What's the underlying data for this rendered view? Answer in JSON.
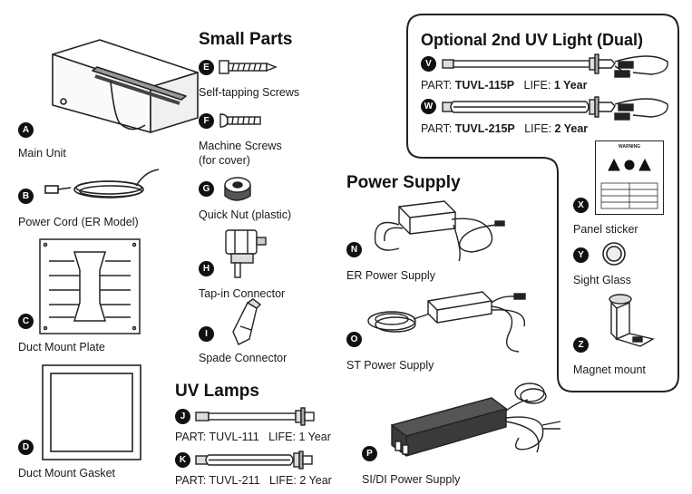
{
  "headings": {
    "small_parts": "Small Parts",
    "uv_lamps": "UV Lamps",
    "power_supply": "Power Supply",
    "optional": "Optional 2nd UV Light (Dual)"
  },
  "items": {
    "A": {
      "badge": "A",
      "label": "Main Unit"
    },
    "B": {
      "badge": "B",
      "label": "Power Cord (ER Model)"
    },
    "C": {
      "badge": "C",
      "label": "Duct Mount Plate"
    },
    "D": {
      "badge": "D",
      "label": "Duct Mount Gasket"
    },
    "E": {
      "badge": "E",
      "label": "Self-tapping Screws"
    },
    "F": {
      "badge": "F",
      "label_line1": "Machine Screws",
      "label_line2": "(for cover)"
    },
    "G": {
      "badge": "G",
      "label": "Quick Nut (plastic)"
    },
    "H": {
      "badge": "H",
      "label": "Tap-in Connector"
    },
    "I": {
      "badge": "I",
      "label": "Spade Connector"
    },
    "J": {
      "badge": "J",
      "part_prefix": "PART:",
      "part": "TUVL-111",
      "life_prefix": "LIFE:",
      "life": "1 Year"
    },
    "K": {
      "badge": "K",
      "part_prefix": "PART:",
      "part": "TUVL-211",
      "life_prefix": "LIFE:",
      "life": "2 Year"
    },
    "N": {
      "badge": "N",
      "label": "ER Power Supply"
    },
    "O": {
      "badge": "O",
      "label": "ST Power Supply"
    },
    "P": {
      "badge": "P",
      "label": "SI/DI Power Supply"
    },
    "V": {
      "badge": "V",
      "part_prefix": "PART:",
      "part": "TUVL-115P",
      "life_prefix": "LIFE:",
      "life": "1 Year"
    },
    "W": {
      "badge": "W",
      "part_prefix": "PART:",
      "part": "TUVL-215P",
      "life_prefix": "LIFE:",
      "life": "2 Year"
    },
    "X": {
      "badge": "X",
      "label": "Panel sticker",
      "sticker_title": "WARNING"
    },
    "Y": {
      "badge": "Y",
      "label": "Sight Glass"
    },
    "Z": {
      "badge": "Z",
      "label": "Magnet mount"
    }
  }
}
